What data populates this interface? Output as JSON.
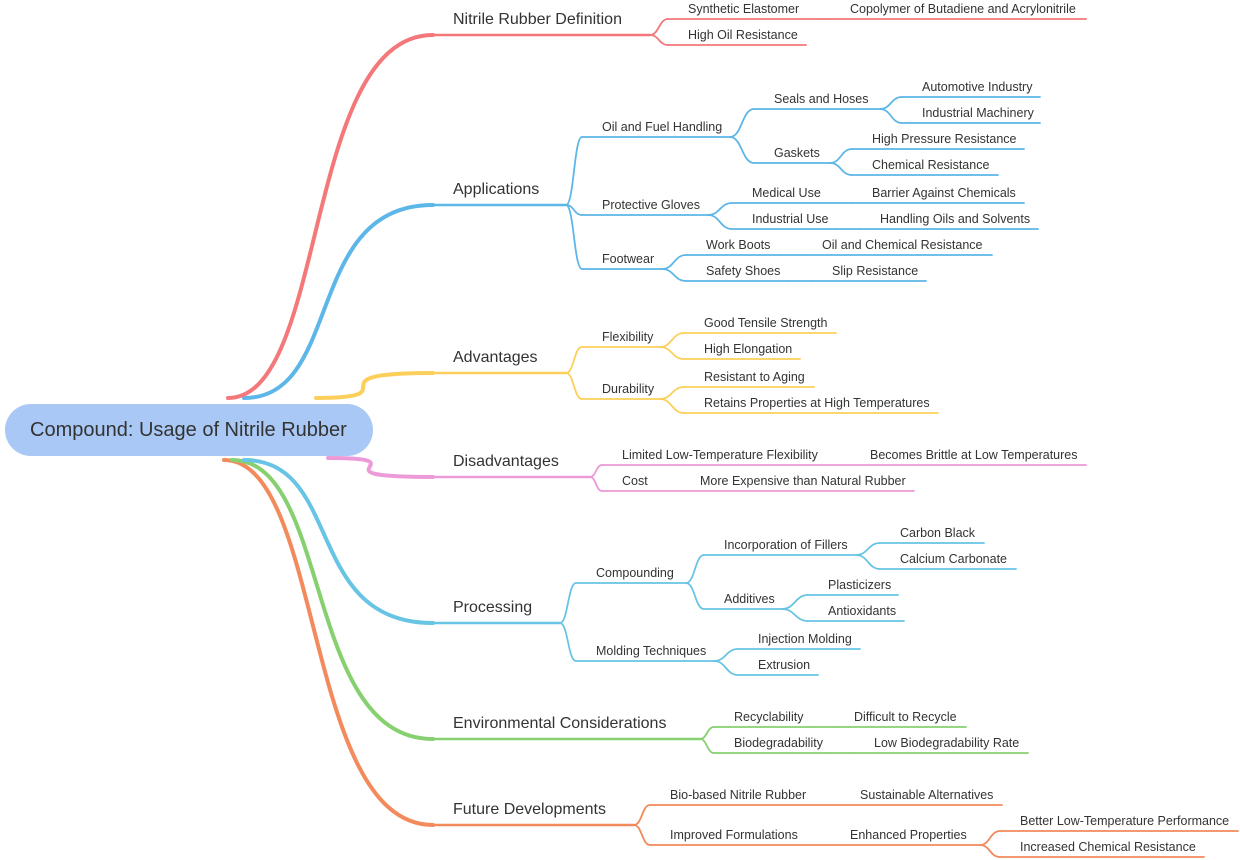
{
  "root": {
    "label": "Compound: Usage of Nitrile Rubber",
    "color": "#a9c8f5"
  },
  "branches": [
    {
      "label": "Nitrile Rubber Definition",
      "color": "#f4777a",
      "children": [
        {
          "label": "Synthetic Elastomer",
          "children": [
            {
              "label": "Copolymer of Butadiene and Acrylonitrile"
            }
          ]
        },
        {
          "label": "High Oil Resistance"
        }
      ]
    },
    {
      "label": "Applications",
      "color": "#5cb6e8",
      "children": [
        {
          "label": "Oil and Fuel Handling",
          "children": [
            {
              "label": "Seals and Hoses",
              "children": [
                {
                  "label": "Automotive Industry"
                },
                {
                  "label": "Industrial Machinery"
                }
              ]
            },
            {
              "label": "Gaskets",
              "children": [
                {
                  "label": "High Pressure Resistance"
                },
                {
                  "label": "Chemical Resistance"
                }
              ]
            }
          ]
        },
        {
          "label": "Protective Gloves",
          "children": [
            {
              "label": "Medical Use",
              "children": [
                {
                  "label": "Barrier Against Chemicals"
                }
              ]
            },
            {
              "label": "Industrial Use",
              "children": [
                {
                  "label": "Handling Oils and Solvents"
                }
              ]
            }
          ]
        },
        {
          "label": "Footwear",
          "children": [
            {
              "label": "Work Boots",
              "children": [
                {
                  "label": "Oil and Chemical Resistance"
                }
              ]
            },
            {
              "label": "Safety Shoes",
              "children": [
                {
                  "label": "Slip Resistance"
                }
              ]
            }
          ]
        }
      ]
    },
    {
      "label": "Advantages",
      "color": "#fbcf5a",
      "children": [
        {
          "label": "Flexibility",
          "children": [
            {
              "label": "Good Tensile Strength"
            },
            {
              "label": "High Elongation"
            }
          ]
        },
        {
          "label": "Durability",
          "children": [
            {
              "label": "Resistant to Aging"
            },
            {
              "label": "Retains Properties at High Temperatures"
            }
          ]
        }
      ]
    },
    {
      "label": "Disadvantages",
      "color": "#ec9ad8",
      "children": [
        {
          "label": "Limited Low-Temperature Flexibility",
          "children": [
            {
              "label": "Becomes Brittle at Low Temperatures"
            }
          ]
        },
        {
          "label": "Cost",
          "children": [
            {
              "label": "More Expensive than Natural Rubber"
            }
          ]
        }
      ]
    },
    {
      "label": "Processing",
      "color": "#68c4e4",
      "children": [
        {
          "label": "Compounding",
          "children": [
            {
              "label": "Incorporation of Fillers",
              "children": [
                {
                  "label": "Carbon Black"
                },
                {
                  "label": "Calcium Carbonate"
                }
              ]
            },
            {
              "label": "Additives",
              "children": [
                {
                  "label": "Plasticizers"
                },
                {
                  "label": "Antioxidants"
                }
              ]
            }
          ]
        },
        {
          "label": "Molding Techniques",
          "children": [
            {
              "label": "Injection Molding"
            },
            {
              "label": "Extrusion"
            }
          ]
        }
      ]
    },
    {
      "label": "Environmental Considerations",
      "color": "#86d070",
      "children": [
        {
          "label": "Recyclability",
          "children": [
            {
              "label": "Difficult to Recycle"
            }
          ]
        },
        {
          "label": "Biodegradability",
          "children": [
            {
              "label": "Low Biodegradability Rate"
            }
          ]
        }
      ]
    },
    {
      "label": "Future Developments",
      "color": "#f28a5b",
      "children": [
        {
          "label": "Bio-based Nitrile Rubber",
          "children": [
            {
              "label": "Sustainable Alternatives"
            }
          ]
        },
        {
          "label": "Improved Formulations",
          "children": [
            {
              "label": "Enhanced Properties",
              "children": [
                {
                  "label": "Better Low-Temperature Performance"
                },
                {
                  "label": "Increased Chemical Resistance"
                }
              ]
            }
          ]
        }
      ]
    }
  ]
}
